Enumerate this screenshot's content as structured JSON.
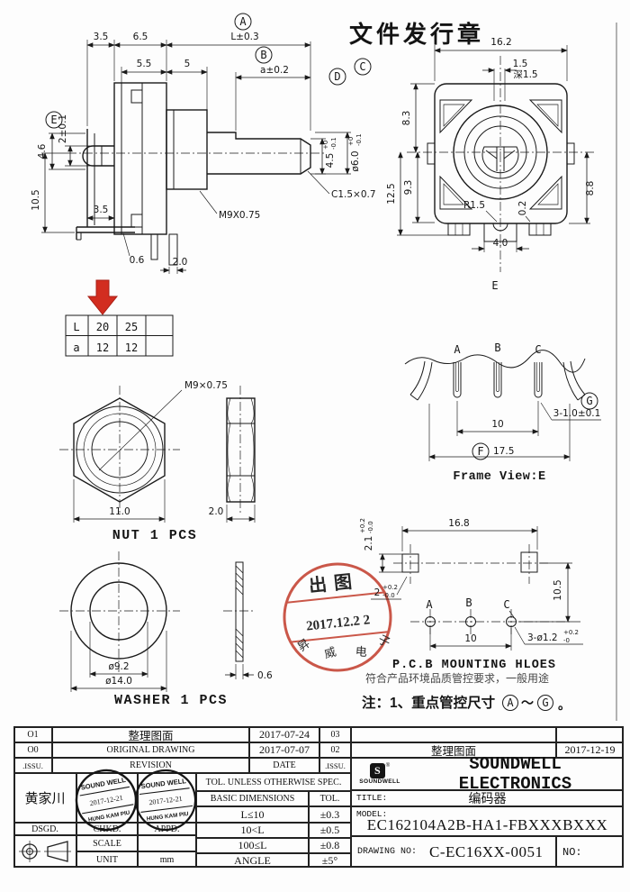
{
  "sheet": {
    "issuance_title": "文件发行章",
    "note_prefix": "注：1、重点管控尺寸",
    "note_from": "A",
    "note_tilde": "～",
    "note_to": "G",
    "note_period": "。"
  },
  "colors": {
    "ink": "#1a1a1a",
    "arrow_red": "#d22d20",
    "stamp_red": "#c64a3a"
  },
  "side_view": {
    "dim_3_5_top": "3.5",
    "dim_6_5": "6.5",
    "dim_5_5": "5.5",
    "dim_5": "5",
    "callout_a": "A",
    "dim_L": "L±0.3",
    "callout_b": "B",
    "dim_a": "a±0.2",
    "callout_d": "D",
    "dim_flat": "4.5",
    "dim_flat_tol_up": "+0",
    "dim_flat_tol_dn": "-0.1",
    "callout_c": "C",
    "dim_shaft_dia": "ø6.0",
    "dim_shaft_tol_up": "+0",
    "dim_shaft_tol_dn": "-0.1",
    "callout_e": "E",
    "dim_pin": "2±0.1",
    "dim_4_6": "4.6",
    "dim_10_5": "10.5",
    "dim_3_5_side": "3.5",
    "dim_0_6": "0.6",
    "dim_2_0": "2.0",
    "thread_label": "M9X0.75",
    "chamfer_label": "C1.5×0.7"
  },
  "front_view": {
    "dim_16_2": "16.2",
    "dim_1_5": "1.5",
    "depth_label": "深1.5",
    "dim_8_3": "8.3",
    "dim_9_3": "9.3",
    "dim_12_5": "12.5",
    "dim_8_8": "8.8",
    "dim_0_2": "0.2",
    "radius_label": "R1.5",
    "dim_4_0": "4.0",
    "section_label": "E"
  },
  "la_table": {
    "rows": [
      [
        "L",
        "20",
        "25"
      ],
      [
        "a",
        "12",
        "12"
      ]
    ]
  },
  "frame_view": {
    "t1": "A",
    "t2": "B",
    "t3": "C",
    "dim_10": "10",
    "callout_g": "G",
    "dim_g": "3-1.0±0.1",
    "callout_f": "F",
    "dim_17_5": "17.5",
    "caption": "Frame View:E"
  },
  "nut": {
    "thread": "M9×0.75",
    "dim_w": "11.0",
    "dim_t": "2.0",
    "caption": "NUT 1 PCS"
  },
  "washer": {
    "dim_id": "ø9.2",
    "dim_od": "ø14.0",
    "dim_t": "0.6",
    "caption": "WASHER 1 PCS"
  },
  "release_stamp": {
    "line1": "出图",
    "date": "2017.12.2 2",
    "c0": "昇",
    "c1": "威",
    "c2": "电",
    "c3": "子"
  },
  "pcb": {
    "dim_16_8": "16.8",
    "dim_2_1": "2.1",
    "dim_2_1_up": "+0.2",
    "dim_2_1_dn": "-0.0",
    "dim_2": "2",
    "dim_2_up": "+0.2",
    "dim_2_dn": "-0.0",
    "dim_10_5": "10.5",
    "h1": "A",
    "h2": "B",
    "h3": "C",
    "dim_10": "10",
    "hole_label": "3-ø1.2",
    "hole_up": "+0.2",
    "hole_dn": "-0",
    "title": "P.C.B MOUNTING HLOES",
    "subtitle": "符合产品环境品质管控要求，一般用途"
  },
  "title_block": {
    "rev_rows": [
      {
        "issu": "O1",
        "desc": "整理图面",
        "date": "2017-07-24",
        "no": "03"
      },
      {
        "issu": "O0",
        "desc": "ORIGINAL  DRAWING",
        "date": "2017-07-07",
        "no": "02"
      },
      {
        "issu": ".ISSU.",
        "desc": "REVISION",
        "date": "DATE",
        "no": ".ISSU."
      }
    ],
    "signer": "黄家川",
    "dsgd": "DSGD.",
    "chkd": "CHKD.",
    "appd": "APPD.",
    "scale_label": "SCALE",
    "scale_value": "",
    "unit_label": "UNIT",
    "unit_value": "mm",
    "tol_header": "TOL. UNLESS OTHERWISE SPEC.",
    "tol_col1": "BASIC DIMENSIONS",
    "tol_col2": "TOL.",
    "tol_rows": [
      [
        "L≤10",
        "±0.3"
      ],
      [
        "10<L",
        "±0.5"
      ],
      [
        "100≤L",
        "±0.8"
      ],
      [
        "ANGLE",
        "±5°"
      ]
    ],
    "stamp_company": "SOUND WELL",
    "stamp_date": "2017-12-21",
    "stamp_name": "HUNG KAM PIU",
    "reissue_desc": "整理图面",
    "reissue_date": "2017-12-19",
    "logo_text": "SOUNDWELL",
    "logo_reg": "®",
    "logo_s": "S",
    "company": "SOUNDWELL ELECTRONICS",
    "title_label": "TITLE:",
    "title_value": "编码器",
    "model_label": "MODEL:",
    "model_value": "EC162104A2B-HA1-FBXXXBXXX",
    "drawing_label": "DRAWING NO:",
    "drawing_value": "C-EC16XX-0051",
    "no_label": "NO:"
  }
}
